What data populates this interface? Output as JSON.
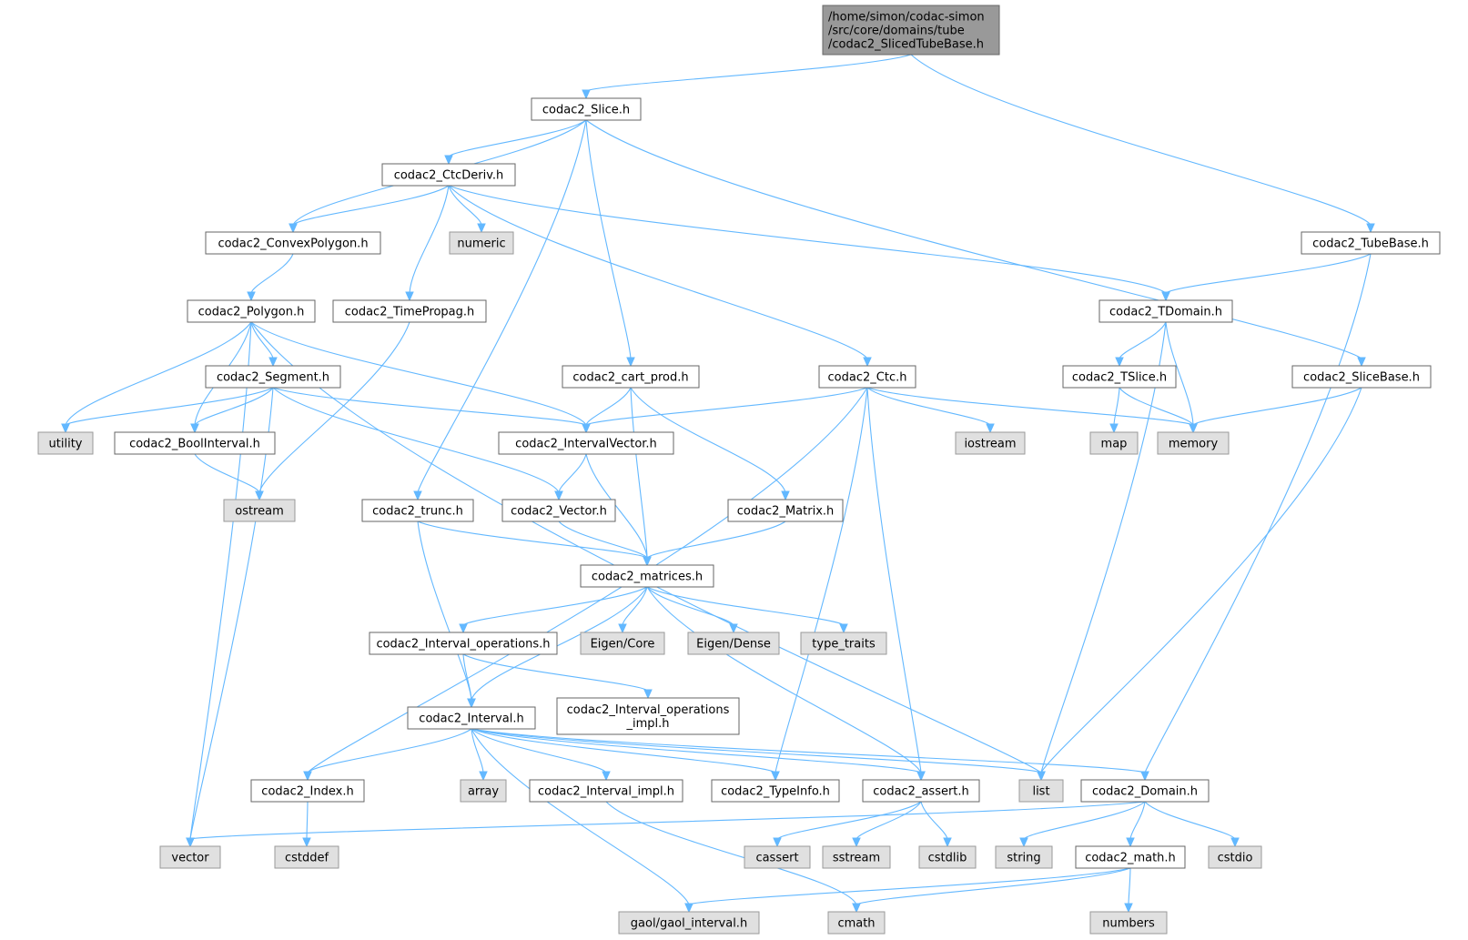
{
  "graph": {
    "root": {
      "id": "root",
      "lines": [
        "/home/simon/codac-simon",
        "/src/core/domains/tube",
        "/codac2_SlicedTubeBase.h"
      ]
    },
    "nodes": [
      {
        "id": "slice",
        "label": "codac2_Slice.h",
        "kind": "local"
      },
      {
        "id": "tubebase",
        "label": "codac2_TubeBase.h",
        "kind": "local"
      },
      {
        "id": "ctcderiv",
        "label": "codac2_CtcDeriv.h",
        "kind": "local"
      },
      {
        "id": "convexpolygon",
        "label": "codac2_ConvexPolygon.h",
        "kind": "local"
      },
      {
        "id": "numeric",
        "label": "numeric",
        "kind": "system"
      },
      {
        "id": "polygon",
        "label": "codac2_Polygon.h",
        "kind": "local"
      },
      {
        "id": "timepropag",
        "label": "codac2_TimePropag.h",
        "kind": "local"
      },
      {
        "id": "tdomain",
        "label": "codac2_TDomain.h",
        "kind": "local"
      },
      {
        "id": "segment",
        "label": "codac2_Segment.h",
        "kind": "local"
      },
      {
        "id": "cartprod",
        "label": "codac2_cart_prod.h",
        "kind": "local"
      },
      {
        "id": "ctc",
        "label": "codac2_Ctc.h",
        "kind": "local"
      },
      {
        "id": "tslice",
        "label": "codac2_TSlice.h",
        "kind": "local"
      },
      {
        "id": "slicebase",
        "label": "codac2_SliceBase.h",
        "kind": "local"
      },
      {
        "id": "utility",
        "label": "utility",
        "kind": "system"
      },
      {
        "id": "boolinterval",
        "label": "codac2_BoolInterval.h",
        "kind": "local"
      },
      {
        "id": "intervalvector",
        "label": "codac2_IntervalVector.h",
        "kind": "local"
      },
      {
        "id": "iostream",
        "label": "iostream",
        "kind": "system"
      },
      {
        "id": "map",
        "label": "map",
        "kind": "system"
      },
      {
        "id": "memory",
        "label": "memory",
        "kind": "system"
      },
      {
        "id": "ostream",
        "label": "ostream",
        "kind": "system"
      },
      {
        "id": "trunc",
        "label": "codac2_trunc.h",
        "kind": "local"
      },
      {
        "id": "vectorh",
        "label": "codac2_Vector.h",
        "kind": "local"
      },
      {
        "id": "matrixh",
        "label": "codac2_Matrix.h",
        "kind": "local"
      },
      {
        "id": "matrices",
        "label": "codac2_matrices.h",
        "kind": "local"
      },
      {
        "id": "intervalops",
        "label": "codac2_Interval_operations.h",
        "kind": "local"
      },
      {
        "id": "eigencore",
        "label": "Eigen/Core",
        "kind": "system"
      },
      {
        "id": "eigendense",
        "label": "Eigen/Dense",
        "kind": "system"
      },
      {
        "id": "typetraits",
        "label": "type_traits",
        "kind": "system"
      },
      {
        "id": "intervalopsimpl",
        "label": "codac2_Interval_operations",
        "label2": "_impl.h",
        "kind": "local"
      },
      {
        "id": "interval",
        "label": "codac2_Interval.h",
        "kind": "local"
      },
      {
        "id": "index",
        "label": "codac2_Index.h",
        "kind": "local"
      },
      {
        "id": "array",
        "label": "array",
        "kind": "system"
      },
      {
        "id": "intervalimpl",
        "label": "codac2_Interval_impl.h",
        "kind": "local"
      },
      {
        "id": "typeinfo",
        "label": "codac2_TypeInfo.h",
        "kind": "local"
      },
      {
        "id": "assert",
        "label": "codac2_assert.h",
        "kind": "local"
      },
      {
        "id": "list",
        "label": "list",
        "kind": "system"
      },
      {
        "id": "domain",
        "label": "codac2_Domain.h",
        "kind": "local"
      },
      {
        "id": "vector",
        "label": "vector",
        "kind": "system"
      },
      {
        "id": "cstddef",
        "label": "cstddef",
        "kind": "system"
      },
      {
        "id": "cassert",
        "label": "cassert",
        "kind": "system"
      },
      {
        "id": "sstream",
        "label": "sstream",
        "kind": "system"
      },
      {
        "id": "cstdlib",
        "label": "cstdlib",
        "kind": "system"
      },
      {
        "id": "string",
        "label": "string",
        "kind": "system"
      },
      {
        "id": "math",
        "label": "codac2_math.h",
        "kind": "local"
      },
      {
        "id": "cstdio",
        "label": "cstdio",
        "kind": "system"
      },
      {
        "id": "gaol",
        "label": "gaol/gaol_interval.h",
        "kind": "system"
      },
      {
        "id": "cmath",
        "label": "cmath",
        "kind": "system"
      },
      {
        "id": "numbers",
        "label": "numbers",
        "kind": "system"
      }
    ],
    "edges": [
      [
        "root",
        "slice"
      ],
      [
        "root",
        "tubebase"
      ],
      [
        "slice",
        "ctcderiv"
      ],
      [
        "slice",
        "convexpolygon"
      ],
      [
        "slice",
        "trunc"
      ],
      [
        "slice",
        "cartprod"
      ],
      [
        "slice",
        "slicebase"
      ],
      [
        "tubebase",
        "tdomain"
      ],
      [
        "tubebase",
        "domain"
      ],
      [
        "ctcderiv",
        "convexpolygon"
      ],
      [
        "ctcderiv",
        "numeric"
      ],
      [
        "ctcderiv",
        "timepropag"
      ],
      [
        "ctcderiv",
        "ctc"
      ],
      [
        "ctcderiv",
        "tdomain"
      ],
      [
        "convexpolygon",
        "polygon"
      ],
      [
        "polygon",
        "segment"
      ],
      [
        "polygon",
        "utility"
      ],
      [
        "polygon",
        "boolinterval"
      ],
      [
        "polygon",
        "intervalvector"
      ],
      [
        "polygon",
        "vector"
      ],
      [
        "polygon",
        "list"
      ],
      [
        "timepropag",
        "ostream"
      ],
      [
        "tdomain",
        "tslice"
      ],
      [
        "tdomain",
        "memory"
      ],
      [
        "tdomain",
        "list"
      ],
      [
        "segment",
        "utility"
      ],
      [
        "segment",
        "boolinterval"
      ],
      [
        "segment",
        "intervalvector"
      ],
      [
        "segment",
        "vectorh"
      ],
      [
        "segment",
        "vector"
      ],
      [
        "cartprod",
        "intervalvector"
      ],
      [
        "cartprod",
        "matrices"
      ],
      [
        "cartprod",
        "matrixh"
      ],
      [
        "ctc",
        "intervalvector"
      ],
      [
        "ctc",
        "iostream"
      ],
      [
        "ctc",
        "memory"
      ],
      [
        "ctc",
        "index"
      ],
      [
        "ctc",
        "typeinfo"
      ],
      [
        "ctc",
        "assert"
      ],
      [
        "tslice",
        "map"
      ],
      [
        "tslice",
        "memory"
      ],
      [
        "slicebase",
        "memory"
      ],
      [
        "slicebase",
        "list"
      ],
      [
        "boolinterval",
        "ostream"
      ],
      [
        "intervalvector",
        "vectorh"
      ],
      [
        "intervalvector",
        "matrices"
      ],
      [
        "trunc",
        "matrices"
      ],
      [
        "trunc",
        "interval"
      ],
      [
        "vectorh",
        "matrices"
      ],
      [
        "matrixh",
        "matrices"
      ],
      [
        "matrices",
        "intervalops"
      ],
      [
        "matrices",
        "eigencore"
      ],
      [
        "matrices",
        "eigendense"
      ],
      [
        "matrices",
        "typetraits"
      ],
      [
        "matrices",
        "interval"
      ],
      [
        "matrices",
        "assert"
      ],
      [
        "intervalops",
        "interval"
      ],
      [
        "intervalops",
        "intervalopsimpl"
      ],
      [
        "interval",
        "index"
      ],
      [
        "interval",
        "array"
      ],
      [
        "interval",
        "intervalimpl"
      ],
      [
        "interval",
        "typeinfo"
      ],
      [
        "interval",
        "assert"
      ],
      [
        "interval",
        "list"
      ],
      [
        "interval",
        "domain"
      ],
      [
        "interval",
        "gaol"
      ],
      [
        "index",
        "cstddef"
      ],
      [
        "intervalimpl",
        "cmath"
      ],
      [
        "assert",
        "cassert"
      ],
      [
        "assert",
        "sstream"
      ],
      [
        "assert",
        "cstdlib"
      ],
      [
        "domain",
        "vector"
      ],
      [
        "domain",
        "string"
      ],
      [
        "domain",
        "math"
      ],
      [
        "domain",
        "cstdio"
      ],
      [
        "math",
        "gaol"
      ],
      [
        "math",
        "cmath"
      ],
      [
        "math",
        "numbers"
      ]
    ]
  }
}
